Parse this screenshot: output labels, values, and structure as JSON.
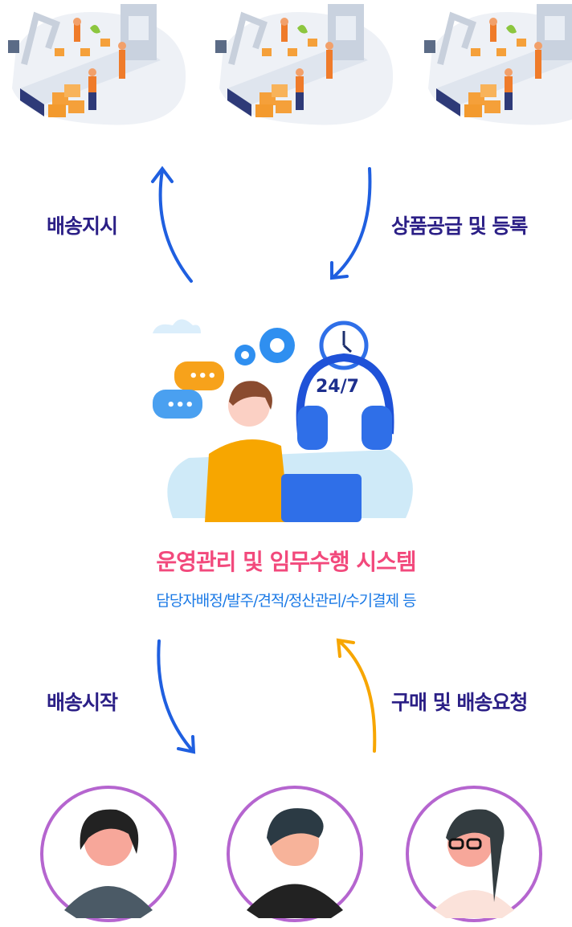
{
  "flow_labels": {
    "dispatch_order": "배송지시",
    "product_supply": "상품공급 및 등록",
    "delivery_start": "배송시작",
    "purchase_request": "구매 및 배송요청"
  },
  "center": {
    "badge": "24/7",
    "title": "운영관리  및 임무수행 시스템",
    "subtitle": "담당자배정/발주/견적/정산관리/수기결제 등"
  },
  "colors": {
    "label": "#2b1f86",
    "title": "#f2497c",
    "subtitle": "#1b7ae6",
    "arrow_blue": "#1f5fe0",
    "arrow_orange": "#f7a600",
    "avatar_ring": "#b565cf"
  }
}
